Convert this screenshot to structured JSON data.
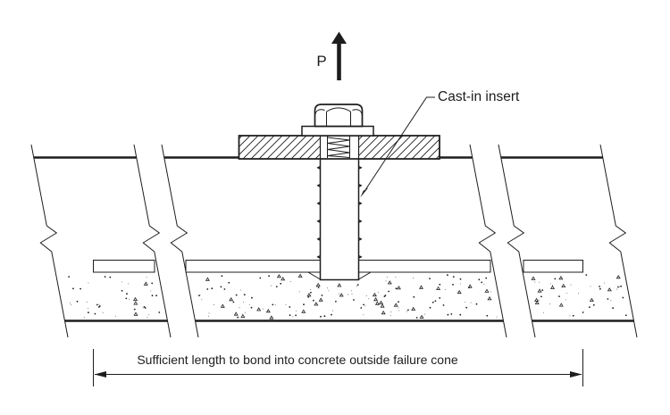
{
  "colors": {
    "ink": "#1d1d1d",
    "paper": "#ffffff"
  },
  "labels": {
    "load": "P",
    "callout": "Cast-in insert",
    "dimension_note": "Sufficient length to bond into concrete outside failure cone"
  }
}
